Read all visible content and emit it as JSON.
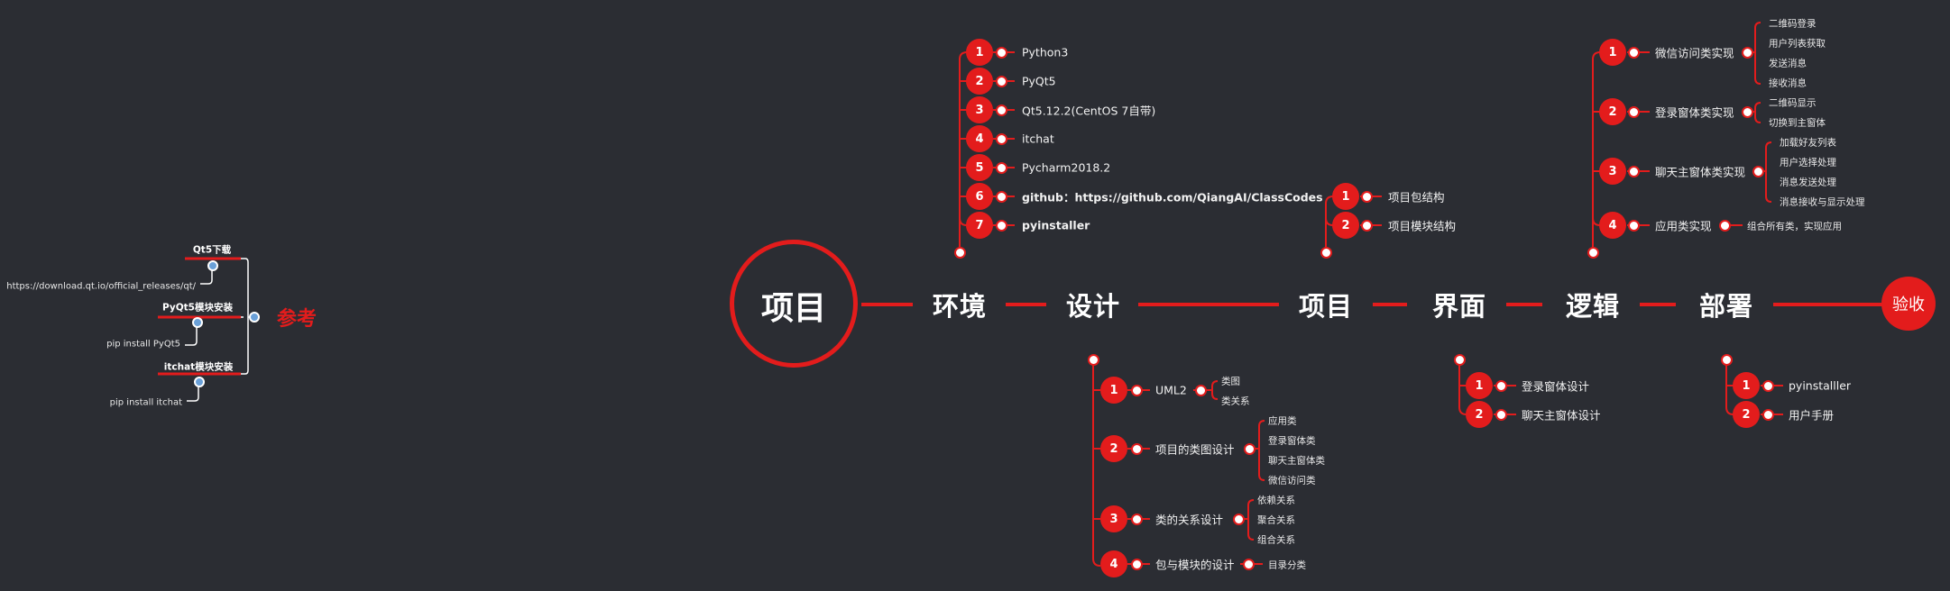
{
  "root": {
    "label": "项目"
  },
  "end": {
    "label": "验收"
  },
  "reference": {
    "title": "参考",
    "items": [
      {
        "heading": "Qt5下载",
        "note": "https://download.qt.io/official_releases/qt/"
      },
      {
        "heading": "PyQt5模块安装",
        "note": "pip install  PyQt5"
      },
      {
        "heading": "itchat模块安装",
        "note": "pip install  itchat"
      }
    ]
  },
  "stages": [
    {
      "label": "环境"
    },
    {
      "label": "设计"
    },
    {
      "label": "项目"
    },
    {
      "label": "界面"
    },
    {
      "label": "逻辑"
    },
    {
      "label": "部署"
    }
  ],
  "env": {
    "items": [
      {
        "n": "1",
        "text": "Python3"
      },
      {
        "n": "2",
        "text": "PyQt5"
      },
      {
        "n": "3",
        "text": "Qt5.12.2(CentOS 7自带)"
      },
      {
        "n": "4",
        "text": "itchat"
      },
      {
        "n": "5",
        "text": "Pycharm2018.2"
      },
      {
        "n": "6",
        "text": "github：https://github.com/QiangAI/ClassCodes"
      },
      {
        "n": "7",
        "text": "pyinstaller"
      }
    ]
  },
  "design": {
    "items": [
      {
        "n": "1",
        "text": "UML2",
        "subs": [
          "类图",
          "类关系"
        ]
      },
      {
        "n": "2",
        "text": "项目的类图设计",
        "subs": [
          "应用类",
          "登录窗体类",
          "聊天主窗体类",
          "微信访问类"
        ]
      },
      {
        "n": "3",
        "text": "类的关系设计",
        "subs": [
          "依赖关系",
          "聚合关系",
          "组合关系"
        ]
      },
      {
        "n": "4",
        "text": "包与模块的设计",
        "subs": [
          "目录分类"
        ]
      }
    ]
  },
  "project": {
    "items": [
      {
        "n": "1",
        "text": "项目包结构"
      },
      {
        "n": "2",
        "text": "项目模块结构"
      }
    ]
  },
  "ui": {
    "items": [
      {
        "n": "1",
        "text": "登录窗体设计"
      },
      {
        "n": "2",
        "text": "聊天主窗体设计"
      }
    ]
  },
  "logic": {
    "items": [
      {
        "n": "1",
        "text": "微信访问类实现",
        "subs": [
          "二维码登录",
          "用户列表获取",
          "发送消息",
          "接收消息"
        ]
      },
      {
        "n": "2",
        "text": "登录窗体类实现",
        "subs": [
          "二维码显示",
          "切换到主窗体"
        ]
      },
      {
        "n": "3",
        "text": "聊天主窗体类实现",
        "subs": [
          "加载好友列表",
          "用户选择处理",
          "消息发送处理",
          "消息接收与显示处理"
        ]
      },
      {
        "n": "4",
        "text": "应用类实现",
        "subs": [
          "组合所有类，实现应用"
        ]
      }
    ]
  },
  "deploy": {
    "items": [
      {
        "n": "1",
        "text": "pyinstalller"
      },
      {
        "n": "2",
        "text": "用户手册"
      }
    ]
  },
  "colors": {
    "accent": "#e31c1c",
    "background": "#2b2d33",
    "text": "#ffffff"
  }
}
